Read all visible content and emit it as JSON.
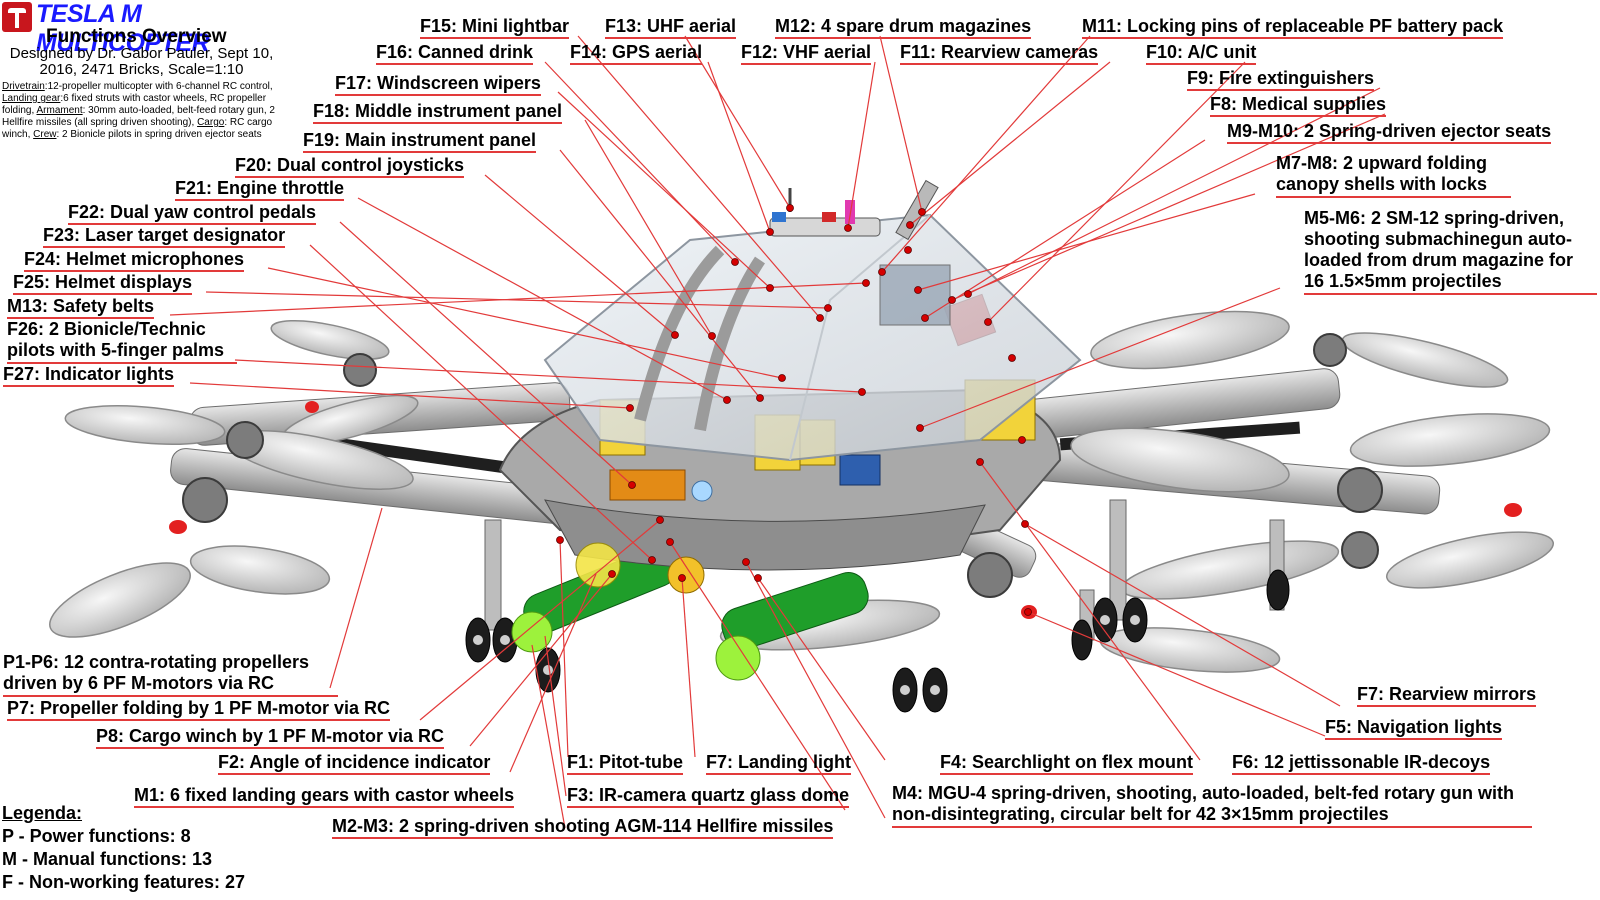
{
  "title": "TESLA M MULTICOPTER",
  "subtitle": "Functions Overview",
  "credits": "Designed by Dr. Gabor Pauler, Sept 10, 2016, 2471 Bricks, Scale=1:10",
  "specs": {
    "drivetrain_key": "Drivetrain",
    "drivetrain": ":12-propeller multicopter with 6-channel RC control,",
    "landing_key": "Landing gear",
    "landing": ":6 fixed struts with castor wheels, RC propeller folding,",
    "armament_key": "Armament",
    "armament": ": 30mm auto-loaded, belt-feed rotary gun, 2 Hellfire missiles (all spring driven shooting),",
    "cargo_key": "Cargo",
    "cargo": ": RC cargo winch,",
    "crew_key": "Crew",
    "crew": ": 2 Bionicle pilots in spring driven ejector seats"
  },
  "labels": {
    "f15": "F15: Mini lightbar",
    "f13": "F13: UHF aerial",
    "m12": "M12: 4 spare drum magazines",
    "m11": "M11: Locking pins of replaceable PF battery pack",
    "f16": "F16: Canned drink",
    "f14": "F14: GPS aerial",
    "f12": "F12: VHF aerial",
    "f11": "F11: Rearview cameras",
    "f10": "F10: A/C unit",
    "f17": "F17: Windscreen wipers",
    "f9": "F9: Fire extinguishers",
    "f18": "F18: Middle instrument panel",
    "f8": "F8: Medical supplies",
    "f19": "F19: Main instrument panel",
    "m9m10": "M9-M10: 2 Spring-driven ejector seats",
    "f20": "F20: Dual control joysticks",
    "m7m8": "M7-M8: 2 upward folding canopy shells with locks",
    "f21": "F21: Engine throttle",
    "f22": "F22: Dual yaw control pedals",
    "m5m6": "M5-M6: 2 SM-12 spring-driven, shooting submachinegun auto-loaded from drum magazine for 16 1.5×5mm projectiles",
    "f23": "F23: Laser target designator",
    "f24": "F24: Helmet microphones",
    "f25": "F25: Helmet displays",
    "m13": "M13: Safety belts",
    "f26": "F26: 2 Bionicle/Technic pilots with 5-finger palms",
    "f27": "F27: Indicator lights",
    "p1p6": "P1-P6: 12 contra-rotating propellers driven by 6 PF M-motors via RC",
    "p7": "P7: Propeller folding by 1 PF M-motor via RC",
    "p8": "P8: Cargo winch by 1 PF M-motor via RC",
    "f2": "F2: Angle of incidence indicator",
    "f1": "F1: Pitot-tube",
    "f7l": "F7: Landing light",
    "f4": "F4: Searchlight on flex mount",
    "f6": "F6: 12  jettissonable IR-decoys",
    "f5": "F5: Navigation lights",
    "f7r": "F7: Rearview mirrors",
    "m1": "M1: 6 fixed landing gears with castor wheels",
    "f3": "F3: IR-camera quartz glass dome",
    "m4": "M4: MGU-4 spring-driven, shooting, auto-loaded, belt-fed rotary gun with non-disintegrating, circular belt for 42 3×15mm projectiles",
    "m2m3": "M2-M3: 2 spring-driven shooting AGM-114 Hellfire missiles"
  },
  "legend": {
    "title": "Legenda:",
    "p": "P - Power functions: 8",
    "m": "M - Manual functions: 13",
    "f": "F - Non-working features: 27"
  },
  "colors": {
    "leader_line": "#e23a3a",
    "title_blue": "#1a1aff",
    "logo_red": "#c8161d",
    "callout_dot": "#d40000",
    "missile_green": "#1f9e2a",
    "seat_yellow": "#f2d33a"
  }
}
